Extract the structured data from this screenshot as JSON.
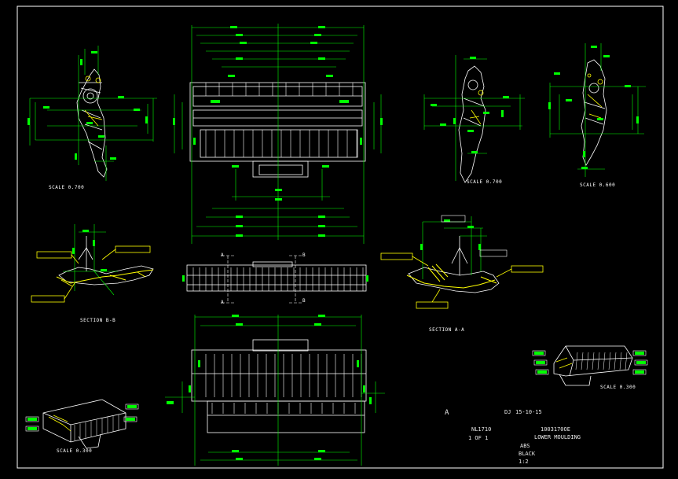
{
  "drawing": {
    "labels": {
      "scale_left_view": "SCALE 0.700",
      "scale_mid_view": "SCALE 0.700",
      "scale_right_view": "SCALE 0.600",
      "scale_iso_left": "SCALE 0.300",
      "scale_iso_right": "SCALE 0.300",
      "section_b": "SECTION B-B",
      "section_a": "SECTION A-A",
      "cut_a_top": "A",
      "cut_b_top": "B",
      "cut_a_bottom": "A",
      "cut_b_bottom": "B"
    },
    "title_block": {
      "rev": "A",
      "initials": "DJ",
      "date": "15-10-15",
      "model": "NL1710",
      "sheet": "1 OF 1",
      "part_number": "1003170OE",
      "part_name": "LOWER MOULDING",
      "material": "ABS",
      "colour": "BLACK",
      "scale": "1:2"
    },
    "colors": {
      "background": "#000000",
      "outline": "#ffffff",
      "dimension": "#00ff00",
      "detail": "#ffff00",
      "border": "#ffffff"
    }
  }
}
